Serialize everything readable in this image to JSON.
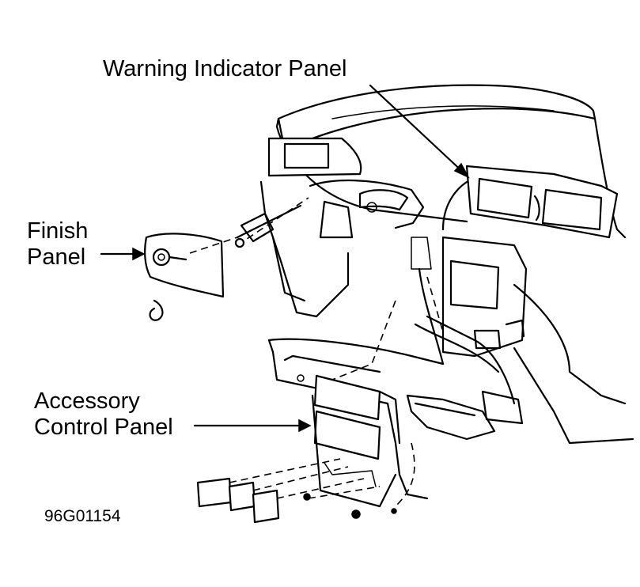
{
  "labels": {
    "warning": "Warning Indicator Panel",
    "finish_line1": "Finish",
    "finish_line2": "Panel",
    "accessory_line1": "Accessory",
    "accessory_line2": "Control Panel"
  },
  "figure_code": "96G01154",
  "colors": {
    "ink": "#000000",
    "background": "#ffffff"
  }
}
